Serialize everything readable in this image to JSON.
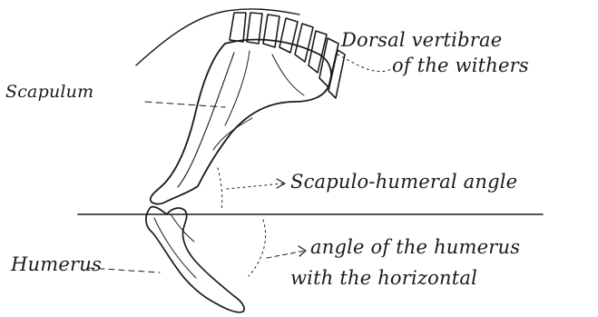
{
  "labels": {
    "dorsal_line1": "Dorsal vertibrae",
    "dorsal_line2": "of the withers",
    "scapulum": "Scapulum",
    "scapulo_humeral": "Scapulo-humeral angle",
    "angle_line1": "angle of the humerus",
    "angle_line2": "with the horizontal",
    "humerus": "Humerus"
  },
  "colors": {
    "ink": "#1a1a1a",
    "paper": "#ffffff"
  }
}
